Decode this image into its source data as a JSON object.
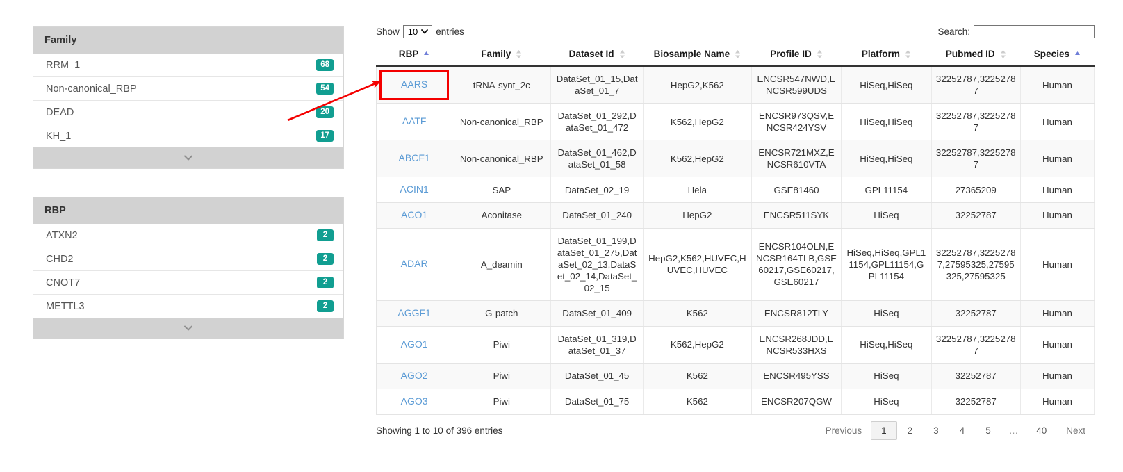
{
  "facets": [
    {
      "title": "Family",
      "name": "family",
      "items": [
        {
          "label": "RRM_1",
          "count": "68"
        },
        {
          "label": "Non-canonical_RBP",
          "count": "54"
        },
        {
          "label": "DEAD",
          "count": "20"
        },
        {
          "label": "KH_1",
          "count": "17"
        }
      ],
      "expand_icon": "chevron-down-icon"
    },
    {
      "title": "RBP",
      "name": "rbp",
      "items": [
        {
          "label": "ATXN2",
          "count": "2"
        },
        {
          "label": "CHD2",
          "count": "2"
        },
        {
          "label": "CNOT7",
          "count": "2"
        },
        {
          "label": "METTL3",
          "count": "2"
        }
      ],
      "expand_icon": "chevron-down-icon"
    }
  ],
  "controls": {
    "show_label": "Show",
    "entries_label": "entries",
    "page_length": "10",
    "search_label": "Search:",
    "search_value": "",
    "search_placeholder": ""
  },
  "table": {
    "columns": [
      {
        "label": "RBP",
        "sort": "asc"
      },
      {
        "label": "Family",
        "sort": "both"
      },
      {
        "label": "Dataset Id",
        "sort": "both"
      },
      {
        "label": "Biosample Name",
        "sort": "both"
      },
      {
        "label": "Profile ID",
        "sort": "both"
      },
      {
        "label": "Platform",
        "sort": "both"
      },
      {
        "label": "Pubmed ID",
        "sort": "both"
      },
      {
        "label": "Species",
        "sort": "asc"
      }
    ],
    "rows": [
      {
        "rbp": "AARS",
        "family": "tRNA-synt_2c",
        "dataset_id": "DataSet_01_15,DataSet_01_7",
        "biosample_name": "HepG2,K562",
        "profile_id": "ENCSR547NWD,ENCSR599UDS",
        "platform": "HiSeq,HiSeq",
        "pubmed_id": "32252787,32252787",
        "species": "Human",
        "highlighted": true
      },
      {
        "rbp": "AATF",
        "family": "Non-canonical_RBP",
        "dataset_id": "DataSet_01_292,DataSet_01_472",
        "biosample_name": "K562,HepG2",
        "profile_id": "ENCSR973QSV,ENCSR424YSV",
        "platform": "HiSeq,HiSeq",
        "pubmed_id": "32252787,32252787",
        "species": "Human",
        "highlighted": false
      },
      {
        "rbp": "ABCF1",
        "family": "Non-canonical_RBP",
        "dataset_id": "DataSet_01_462,DataSet_01_58",
        "biosample_name": "K562,HepG2",
        "profile_id": "ENCSR721MXZ,ENCSR610VTA",
        "platform": "HiSeq,HiSeq",
        "pubmed_id": "32252787,32252787",
        "species": "Human",
        "highlighted": false
      },
      {
        "rbp": "ACIN1",
        "family": "SAP",
        "dataset_id": "DataSet_02_19",
        "biosample_name": "Hela",
        "profile_id": "GSE81460",
        "platform": "GPL11154",
        "pubmed_id": "27365209",
        "species": "Human",
        "highlighted": false
      },
      {
        "rbp": "ACO1",
        "family": "Aconitase",
        "dataset_id": "DataSet_01_240",
        "biosample_name": "HepG2",
        "profile_id": "ENCSR511SYK",
        "platform": "HiSeq",
        "pubmed_id": "32252787",
        "species": "Human",
        "highlighted": false
      },
      {
        "rbp": "ADAR",
        "family": "A_deamin",
        "dataset_id": "DataSet_01_199,DataSet_01_275,DataSet_02_13,DataSet_02_14,DataSet_02_15",
        "biosample_name": "HepG2,K562,HUVEC,HUVEC,HUVEC",
        "profile_id": "ENCSR104OLN,ENCSR164TLB,GSE60217,GSE60217,GSE60217",
        "platform": "HiSeq,HiSeq,GPL11154,GPL11154,GPL11154",
        "pubmed_id": "32252787,32252787,27595325,27595325,27595325",
        "species": "Human",
        "highlighted": false
      },
      {
        "rbp": "AGGF1",
        "family": "G-patch",
        "dataset_id": "DataSet_01_409",
        "biosample_name": "K562",
        "profile_id": "ENCSR812TLY",
        "platform": "HiSeq",
        "pubmed_id": "32252787",
        "species": "Human",
        "highlighted": false
      },
      {
        "rbp": "AGO1",
        "family": "Piwi",
        "dataset_id": "DataSet_01_319,DataSet_01_37",
        "biosample_name": "K562,HepG2",
        "profile_id": "ENCSR268JDD,ENCSR533HXS",
        "platform": "HiSeq,HiSeq",
        "pubmed_id": "32252787,32252787",
        "species": "Human",
        "highlighted": false
      },
      {
        "rbp": "AGO2",
        "family": "Piwi",
        "dataset_id": "DataSet_01_45",
        "biosample_name": "K562",
        "profile_id": "ENCSR495YSS",
        "platform": "HiSeq",
        "pubmed_id": "32252787",
        "species": "Human",
        "highlighted": false
      },
      {
        "rbp": "AGO3",
        "family": "Piwi",
        "dataset_id": "DataSet_01_75",
        "biosample_name": "K562",
        "profile_id": "ENCSR207QGW",
        "platform": "HiSeq",
        "pubmed_id": "32252787",
        "species": "Human",
        "highlighted": false
      }
    ]
  },
  "footer": {
    "info": "Showing 1 to 10 of 396 entries",
    "previous_label": "Previous",
    "next_label": "Next",
    "pages": [
      "1",
      "2",
      "3",
      "4",
      "5",
      "…",
      "40"
    ],
    "current_page": "1"
  },
  "annotation": {
    "arrow_color": "#f40000",
    "highlight_color": "#f40000"
  },
  "colors": {
    "badge_teal": "#119e91",
    "link_blue": "#5b9bd5",
    "sort_active": "#6f7ed8",
    "panel_header_gray": "#d2d2d2"
  }
}
